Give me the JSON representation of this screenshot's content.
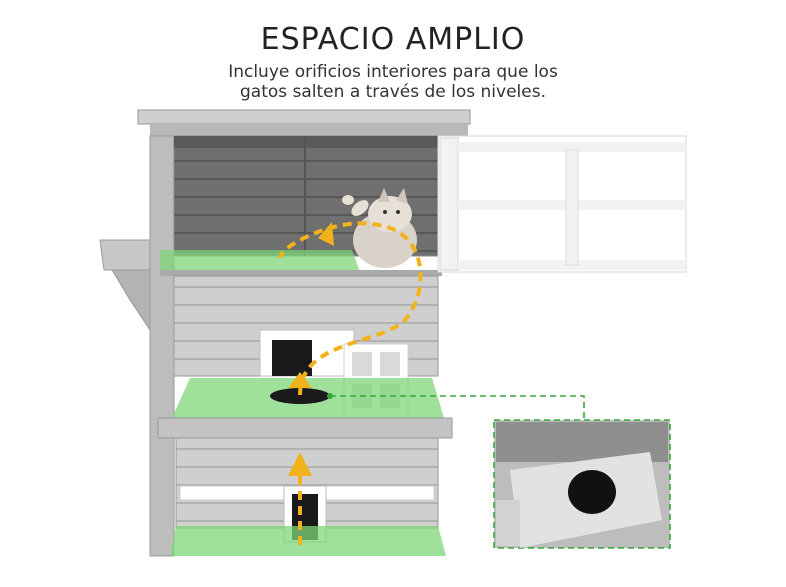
{
  "header": {
    "title": "ESPACIO AMPLIO",
    "subtitle_line1": "Incluye orificios interiores para que los",
    "subtitle_line2": "gatos salten a través de los niveles."
  },
  "colors": {
    "wood": "#c9c9c9",
    "wood_dark": "#9e9e9e",
    "trim": "#ffffff",
    "floor_highlight": "#7fd67a",
    "arrow": "#f2b21c"
  },
  "icons": [
    "cat-photo",
    "jump-arrow",
    "door",
    "window",
    "detail-inset"
  ]
}
